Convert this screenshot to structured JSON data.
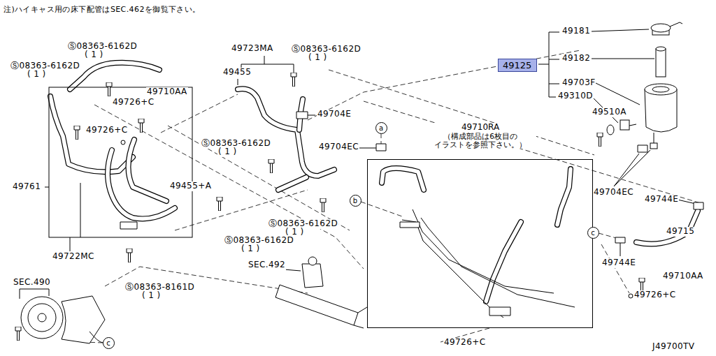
{
  "diagram": {
    "nodes": [
      {
        "text": [
          "49125"
        ]
      },
      {
        "text": [
          "a"
        ]
      },
      {
        "text": [
          "49710RA",
          "（構成部品は6枚目の イラストを参照下さい。）"
        ]
      },
      {
        "text": [
          "b"
        ]
      },
      {
        "text": [
          "c"
        ]
      },
      {
        "text": [
          "c"
        ]
      }
    ],
    "labels": [
      "注)ハイキャス用の床下配管はSEC.462を御覧下さい。",
      "49181",
      "Ⓢ08363-6162D",
      "( 1 )",
      "49723MA",
      "Ⓢ08363-6162D",
      "( 1 )",
      "49182",
      "Ⓢ08363-6162D",
      "( 1 )",
      "49455",
      "49703F",
      "49710AA",
      "49310D",
      "49726+C",
      "49510A",
      "49704E",
      "49726+C",
      "Ⓢ08363-6162D",
      "( 1 )",
      "49704EC",
      "49761",
      "49455+A",
      "49704EC",
      "49744E",
      "Ⓢ08363-6162D",
      "( 1 )",
      "49715",
      "Ⓢ08363-6162D",
      "( 1 )",
      "49722MC",
      "49744E",
      "SEC.492",
      "49710AA",
      "SEC.490",
      "Ⓢ08363-8161D",
      "( 1 )",
      "49726+C",
      "49726+C",
      "J49700TV"
    ]
  }
}
